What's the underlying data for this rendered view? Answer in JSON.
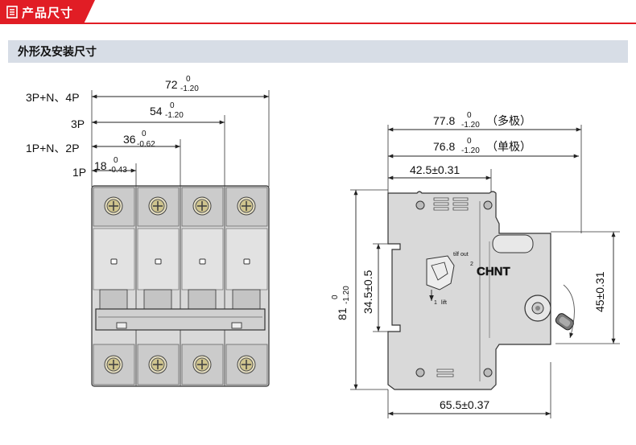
{
  "header": {
    "tab_title": "产品尺寸",
    "icon": "document-icon",
    "accent_color": "#e11d25"
  },
  "section": {
    "title": "外形及安装尺寸",
    "bar_color": "#d7dde6"
  },
  "front_view": {
    "pole_labels": [
      "3P+N、4P",
      "3P",
      "1P+N、2P",
      "1P"
    ],
    "widths": [
      {
        "nominal": "72",
        "upper": "0",
        "lower": "-1.20"
      },
      {
        "nominal": "54",
        "upper": "0",
        "lower": "-1.20"
      },
      {
        "nominal": "36",
        "upper": "0",
        "lower": "-0.62"
      },
      {
        "nominal": "18",
        "upper": "0",
        "lower": "-0.43"
      }
    ]
  },
  "side_view": {
    "depth_multi": {
      "nominal": "77.8",
      "upper": "0",
      "lower": "-1.20",
      "note": "（多极）"
    },
    "depth_single": {
      "nominal": "76.8",
      "upper": "0",
      "lower": "-1.20",
      "note": "（单极）"
    },
    "front_to_rail": "42.5±0.31",
    "height": {
      "nominal": "81",
      "upper": "0",
      "lower": "-1.20"
    },
    "rail_height": "34.5±0.5",
    "handle_height": "45±0.31",
    "base_depth": "65.5±0.37",
    "brand": "CHNT",
    "handle_labels": {
      "tilt": "tilf out",
      "lift": "lift",
      "step1": "1",
      "step2": "2"
    }
  }
}
